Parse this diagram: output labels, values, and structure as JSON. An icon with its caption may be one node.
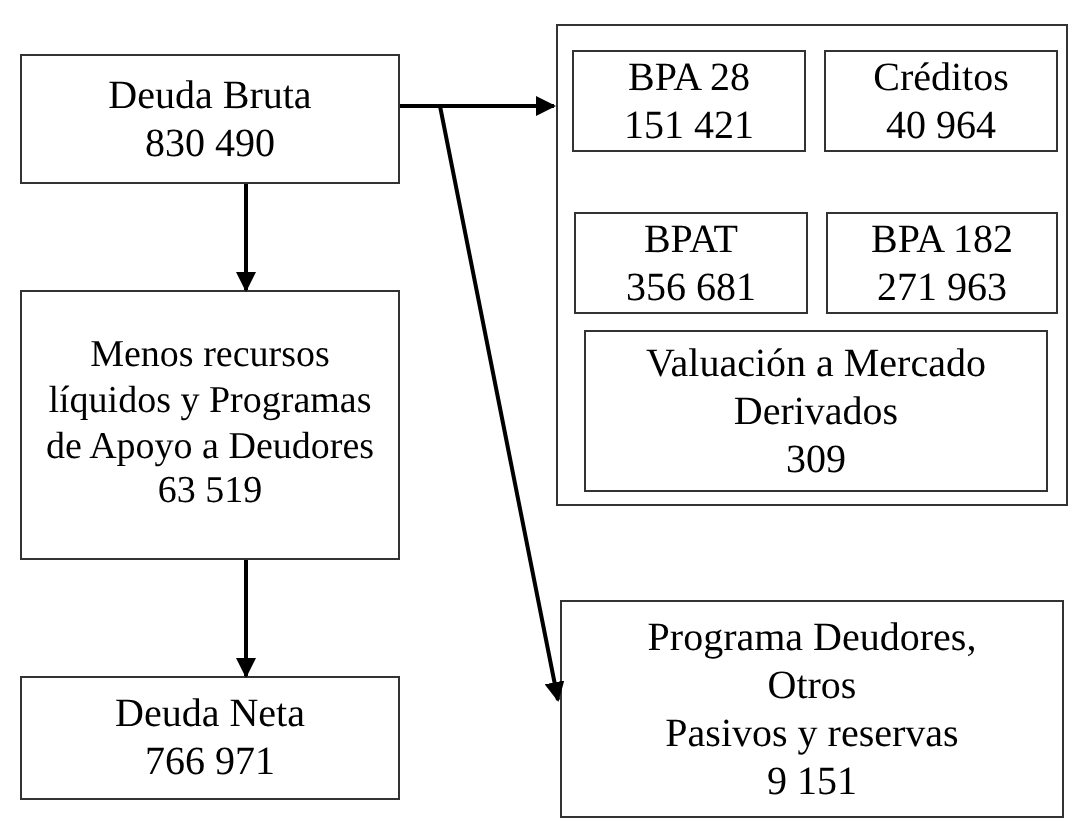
{
  "diagram": {
    "nodes": [
      {
        "text": [
          "Deuda Bruta",
          "830 490"
        ]
      },
      {
        "text": [
          "Menos recursos líquidos y Programas de Apoyo a Deudores",
          "63 519"
        ]
      },
      {
        "text": [
          "Deuda Neta",
          "766 971"
        ]
      },
      {
        "text": [],
        "shape": "box"
      },
      {
        "text": [
          "BPA 28",
          "151 421"
        ],
        "in": 3
      },
      {
        "text": [
          "Créditos",
          "40 964"
        ],
        "in": 3
      },
      {
        "text": [
          "BPAT",
          "356 681"
        ],
        "in": 3
      },
      {
        "text": [
          "BPA 182",
          "271 963"
        ],
        "in": 3
      },
      {
        "text": [
          "Valuación a Mercado Derivados",
          "309"
        ],
        "in": 3
      },
      {
        "text": [
          "Programa Deudores, Otros",
          "Pasivos y reservas",
          "9 151"
        ]
      }
    ],
    "edges": [
      {
        "from": 0,
        "to": 1,
        "arrow": "to"
      },
      {
        "from": 1,
        "to": 2,
        "arrow": "to"
      },
      {
        "from": 0,
        "to": 3,
        "arrow": "to"
      },
      {
        "from": 0,
        "to": 9,
        "arrow": "to"
      }
    ]
  }
}
